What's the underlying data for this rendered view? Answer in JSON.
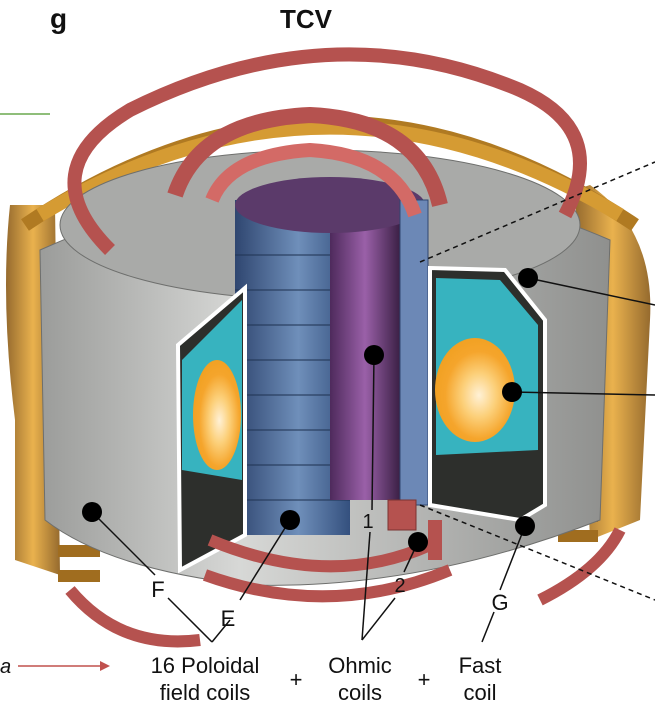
{
  "figure": {
    "panel_letter": "g",
    "title": "TCV",
    "left_fragment": "a"
  },
  "labels": {
    "F": "F",
    "E": "E",
    "one": "1",
    "two": "2",
    "G": "G"
  },
  "legend": {
    "poloidal_line1": "16 Poloidal",
    "poloidal_line2": "field coils",
    "plus1": "+",
    "ohmic_line1": "Ohmic",
    "ohmic_line2": "coils",
    "plus2": "+",
    "fast_line1": "Fast",
    "fast_line2": "coil"
  },
  "colors": {
    "arrow_red": "#c0504d",
    "side_line_green": "#6aa84f",
    "coil_red": "#b5524f",
    "coil_gold": "#c8902a",
    "vessel_grey": "#bfc0bd",
    "central_column_blue": "#4f6e9a",
    "central_column_purple": "#7a4a86",
    "plasma_orange": "#f4a731",
    "plasma_cyan": "#38c2cf"
  }
}
